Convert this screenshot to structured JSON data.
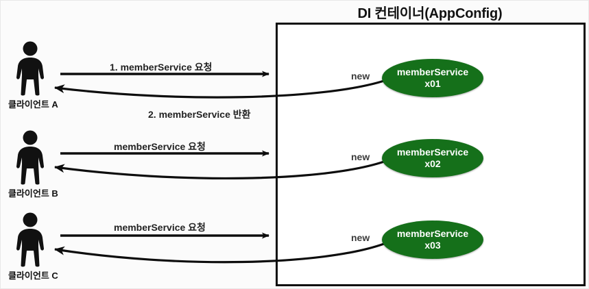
{
  "container": {
    "title": "DI 컨테이너(AppConfig)"
  },
  "clients": [
    {
      "label": "클라이언트 A",
      "icon": "person-icon"
    },
    {
      "label": "클라이언트 B",
      "icon": "person-icon"
    },
    {
      "label": "클라이언트 C",
      "icon": "person-icon"
    }
  ],
  "beans": [
    {
      "name": "memberService",
      "instance": "x01",
      "color": "#15701a"
    },
    {
      "name": "memberService",
      "instance": "x02",
      "color": "#15701a"
    },
    {
      "name": "memberService",
      "instance": "x03",
      "color": "#15701a"
    }
  ],
  "edges": {
    "request_1": "1. memberService 요청",
    "return_1": "2. memberService 반환",
    "request_2": "memberService 요청",
    "request_3": "memberService 요청",
    "new_1": "new",
    "new_2": "new",
    "new_3": "new"
  }
}
